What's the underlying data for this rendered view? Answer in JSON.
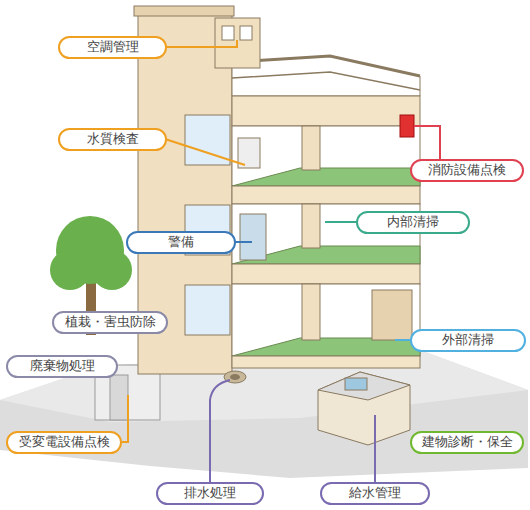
{
  "diagram": {
    "nodes": [
      {
        "text": [
          "空調管理"
        ]
      },
      {
        "text": [
          "水質検査"
        ]
      },
      {
        "text": [
          "消防設備点検"
        ]
      },
      {
        "text": [
          "内部清掃"
        ]
      },
      {
        "text": [
          "警備"
        ]
      },
      {
        "text": [
          "植栽・害虫防除"
        ]
      },
      {
        "text": [
          "外部清掃"
        ]
      },
      {
        "text": [
          "廃棄物処理"
        ]
      },
      {
        "text": [
          "受変電設備点検"
        ]
      },
      {
        "text": [
          "建物診断・保全"
        ]
      },
      {
        "text": [
          "排水処理"
        ]
      },
      {
        "text": [
          "給水管理"
        ]
      }
    ]
  }
}
